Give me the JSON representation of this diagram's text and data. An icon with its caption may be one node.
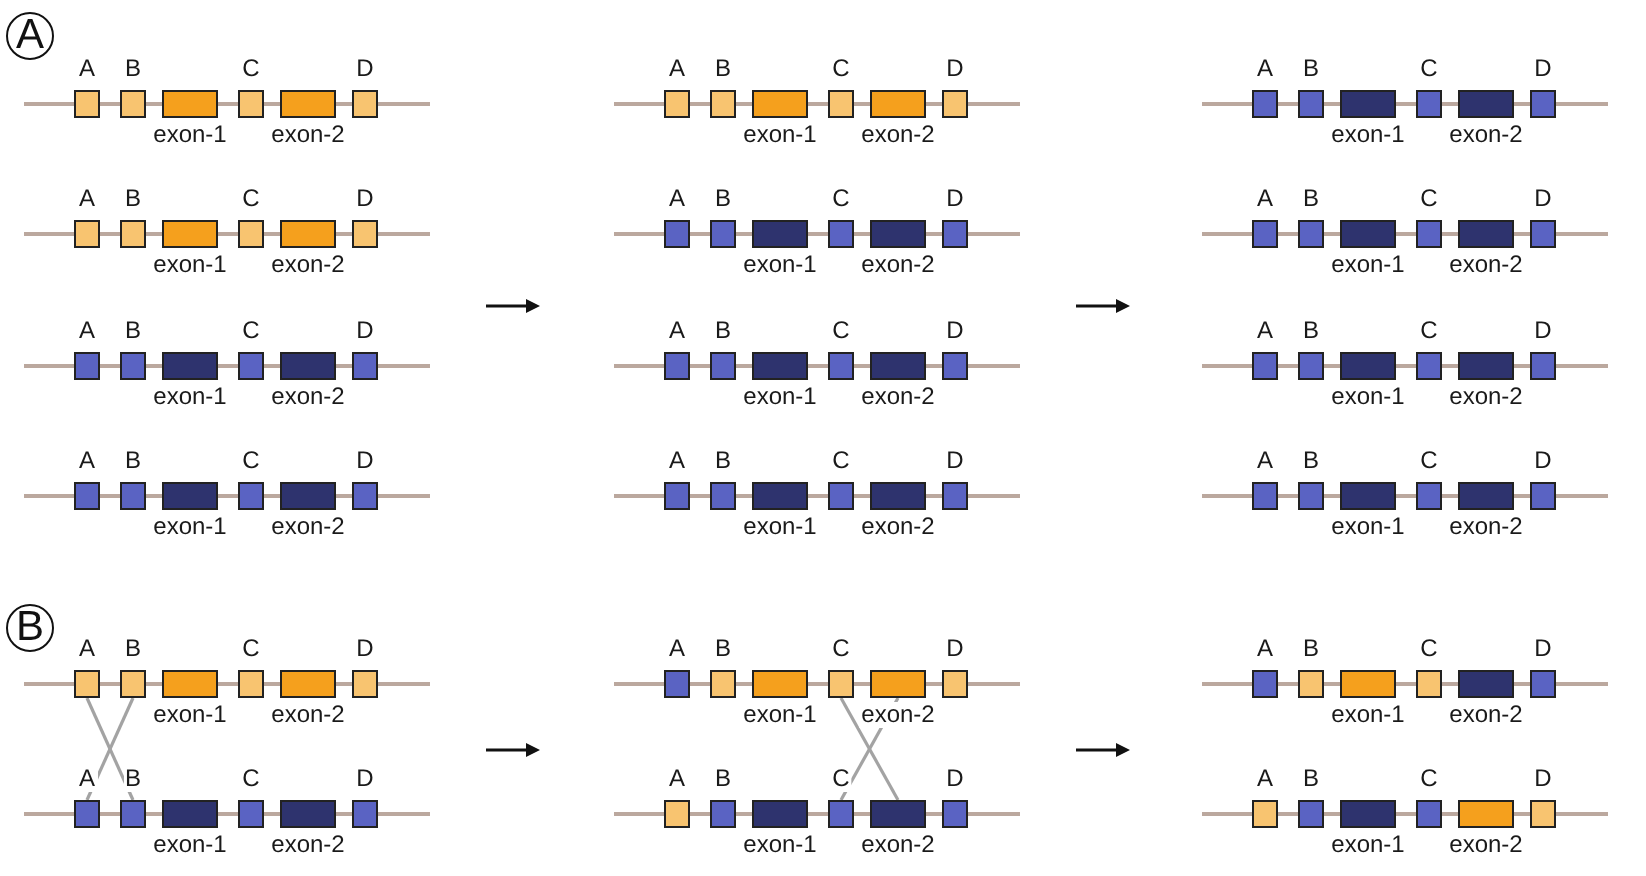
{
  "diagram": {
    "nodes": [
      {
        "text": [
          "A"
        ]
      },
      {
        "text": [
          "B"
        ]
      },
      {
        "text": [
          "exon-1"
        ]
      },
      {
        "text": [
          "C"
        ]
      },
      {
        "text": [
          "exon-2"
        ]
      },
      {
        "text": [
          "D"
        ]
      },
      {
        "text": [
          "A"
        ]
      },
      {
        "text": [
          "B"
        ]
      },
      {
        "text": [
          "exon-1"
        ]
      },
      {
        "text": [
          "C"
        ]
      },
      {
        "text": [
          "exon-2"
        ]
      },
      {
        "text": [
          "D"
        ]
      },
      {
        "text": [
          "A"
        ]
      },
      {
        "text": [
          "B"
        ]
      },
      {
        "text": [
          "exon-1"
        ]
      },
      {
        "text": [
          "C"
        ]
      },
      {
        "text": [
          "exon-2"
        ]
      },
      {
        "text": [
          "D"
        ]
      },
      {
        "text": [
          "A"
        ]
      },
      {
        "text": [
          "B"
        ]
      },
      {
        "text": [
          "exon-1"
        ]
      },
      {
        "text": [
          "C"
        ]
      },
      {
        "text": [
          "exon-2"
        ]
      },
      {
        "text": [
          "D"
        ]
      },
      {
        "text": [
          "A"
        ]
      },
      {
        "text": [
          "B"
        ]
      },
      {
        "text": [
          "exon-1"
        ]
      },
      {
        "text": [
          "C"
        ]
      },
      {
        "text": [
          "exon-2"
        ]
      },
      {
        "text": [
          "D"
        ]
      },
      {
        "text": [
          "A"
        ]
      },
      {
        "text": [
          "B"
        ]
      },
      {
        "text": [
          "exon-1"
        ]
      },
      {
        "text": [
          "C"
        ]
      },
      {
        "text": [
          "exon-2"
        ]
      },
      {
        "text": [
          "D"
        ]
      },
      {
        "text": [
          "A"
        ]
      },
      {
        "text": [
          "B"
        ]
      },
      {
        "text": [
          "exon-1"
        ]
      },
      {
        "text": [
          "C"
        ]
      },
      {
        "text": [
          "exon-2"
        ]
      },
      {
        "text": [
          "D"
        ]
      },
      {
        "text": [
          "A"
        ]
      },
      {
        "text": [
          "B"
        ]
      },
      {
        "text": [
          "exon-1"
        ]
      },
      {
        "text": [
          "C"
        ]
      },
      {
        "text": [
          "exon-2"
        ]
      },
      {
        "text": [
          "D"
        ]
      },
      {
        "text": [
          "A"
        ]
      },
      {
        "text": [
          "B"
        ]
      },
      {
        "text": [
          "exon-1"
        ]
      },
      {
        "text": [
          "C"
        ]
      },
      {
        "text": [
          "exon-2"
        ]
      },
      {
        "text": [
          "D"
        ]
      },
      {
        "text": [
          "A"
        ]
      },
      {
        "text": [
          "B"
        ]
      },
      {
        "text": [
          "exon-1"
        ]
      },
      {
        "text": [
          "C"
        ]
      },
      {
        "text": [
          "exon-2"
        ]
      },
      {
        "text": [
          "D"
        ]
      },
      {
        "text": [
          "A"
        ]
      },
      {
        "text": [
          "B"
        ]
      },
      {
        "text": [
          "exon-1"
        ]
      },
      {
        "text": [
          "C"
        ]
      },
      {
        "text": [
          "exon-2"
        ]
      },
      {
        "text": [
          "D"
        ]
      },
      {
        "text": [
          "A"
        ]
      },
      {
        "text": [
          "B"
        ]
      },
      {
        "text": [
          "exon-1"
        ]
      },
      {
        "text": [
          "C"
        ]
      },
      {
        "text": [
          "exon-2"
        ]
      },
      {
        "text": [
          "D"
        ]
      },
      {
        "text": [
          "A"
        ]
      },
      {
        "text": [
          "B"
        ]
      },
      {
        "text": [
          "exon-1"
        ]
      },
      {
        "text": [
          "C"
        ]
      },
      {
        "text": [
          "exon-2"
        ]
      },
      {
        "text": [
          "D"
        ]
      },
      {
        "text": [
          "A"
        ]
      },
      {
        "text": [
          "B"
        ]
      },
      {
        "text": [
          "exon-1"
        ]
      },
      {
        "text": [
          "C"
        ]
      },
      {
        "text": [
          "exon-2"
        ]
      },
      {
        "text": [
          "D"
        ]
      },
      {
        "text": [
          "A"
        ]
      },
      {
        "text": [
          "B"
        ]
      },
      {
        "text": [
          "exon-1"
        ]
      },
      {
        "text": [
          "C"
        ]
      },
      {
        "text": [
          "exon-2"
        ]
      },
      {
        "text": [
          "D"
        ]
      },
      {
        "text": [
          "A"
        ]
      },
      {
        "text": [
          "B"
        ]
      },
      {
        "text": [
          "exon-1"
        ]
      },
      {
        "text": [
          "C"
        ]
      },
      {
        "text": [
          "exon-2"
        ]
      },
      {
        "text": [
          "D"
        ]
      },
      {
        "text": [
          "A"
        ]
      },
      {
        "text": [
          "B"
        ]
      },
      {
        "text": [
          "exon-1"
        ]
      },
      {
        "text": [
          "C"
        ]
      },
      {
        "text": [
          "exon-2"
        ]
      },
      {
        "text": [
          "D"
        ]
      },
      {
        "text": [
          "A"
        ]
      },
      {
        "text": [
          "B"
        ]
      },
      {
        "text": [
          "exon-1"
        ]
      },
      {
        "text": [
          "C"
        ]
      },
      {
        "text": [
          "exon-2"
        ]
      },
      {
        "text": [
          "D"
        ]
      }
    ],
    "edges": [
      {
        "from": 72,
        "to": 91,
        "arrow": "none"
      },
      {
        "from": 73,
        "to": 90,
        "arrow": "none"
      },
      {
        "from": 81,
        "to": 100,
        "arrow": "none"
      },
      {
        "from": 82,
        "to": 99,
        "arrow": "none"
      }
    ],
    "labels": [
      "A",
      "B"
    ]
  }
}
